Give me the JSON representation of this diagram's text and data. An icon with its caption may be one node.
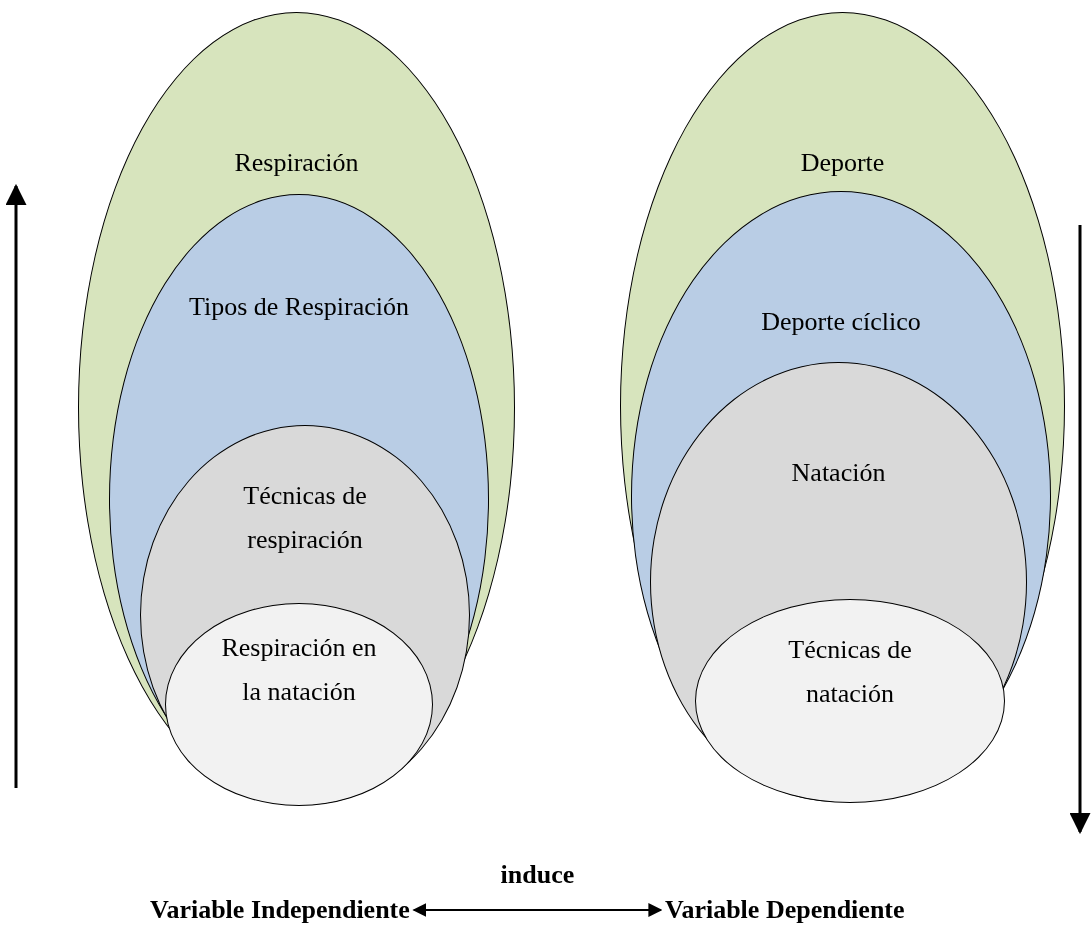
{
  "diagram": {
    "nodes": [
      {
        "text": [
          "Respiración"
        ]
      },
      {
        "text": [
          "Tipos de Respiración"
        ],
        "in": 0
      },
      {
        "text": [
          "Técnicas de respiración"
        ],
        "in": 1
      },
      {
        "text": [
          "Respiración en la natación"
        ],
        "in": 2
      },
      {
        "text": [
          "Deporte"
        ]
      },
      {
        "text": [
          "Deporte cíclico"
        ],
        "in": 4
      },
      {
        "text": [
          "Natación"
        ],
        "in": 5
      },
      {
        "text": [
          "Técnicas de natación"
        ],
        "in": 6
      },
      {
        "text": [
          "Variable Independiente"
        ]
      },
      {
        "text": [
          "Variable Dependiente"
        ]
      }
    ],
    "edges": [
      {
        "from": 8,
        "to": 9,
        "arrow": "both",
        "label": "induce"
      }
    ]
  }
}
